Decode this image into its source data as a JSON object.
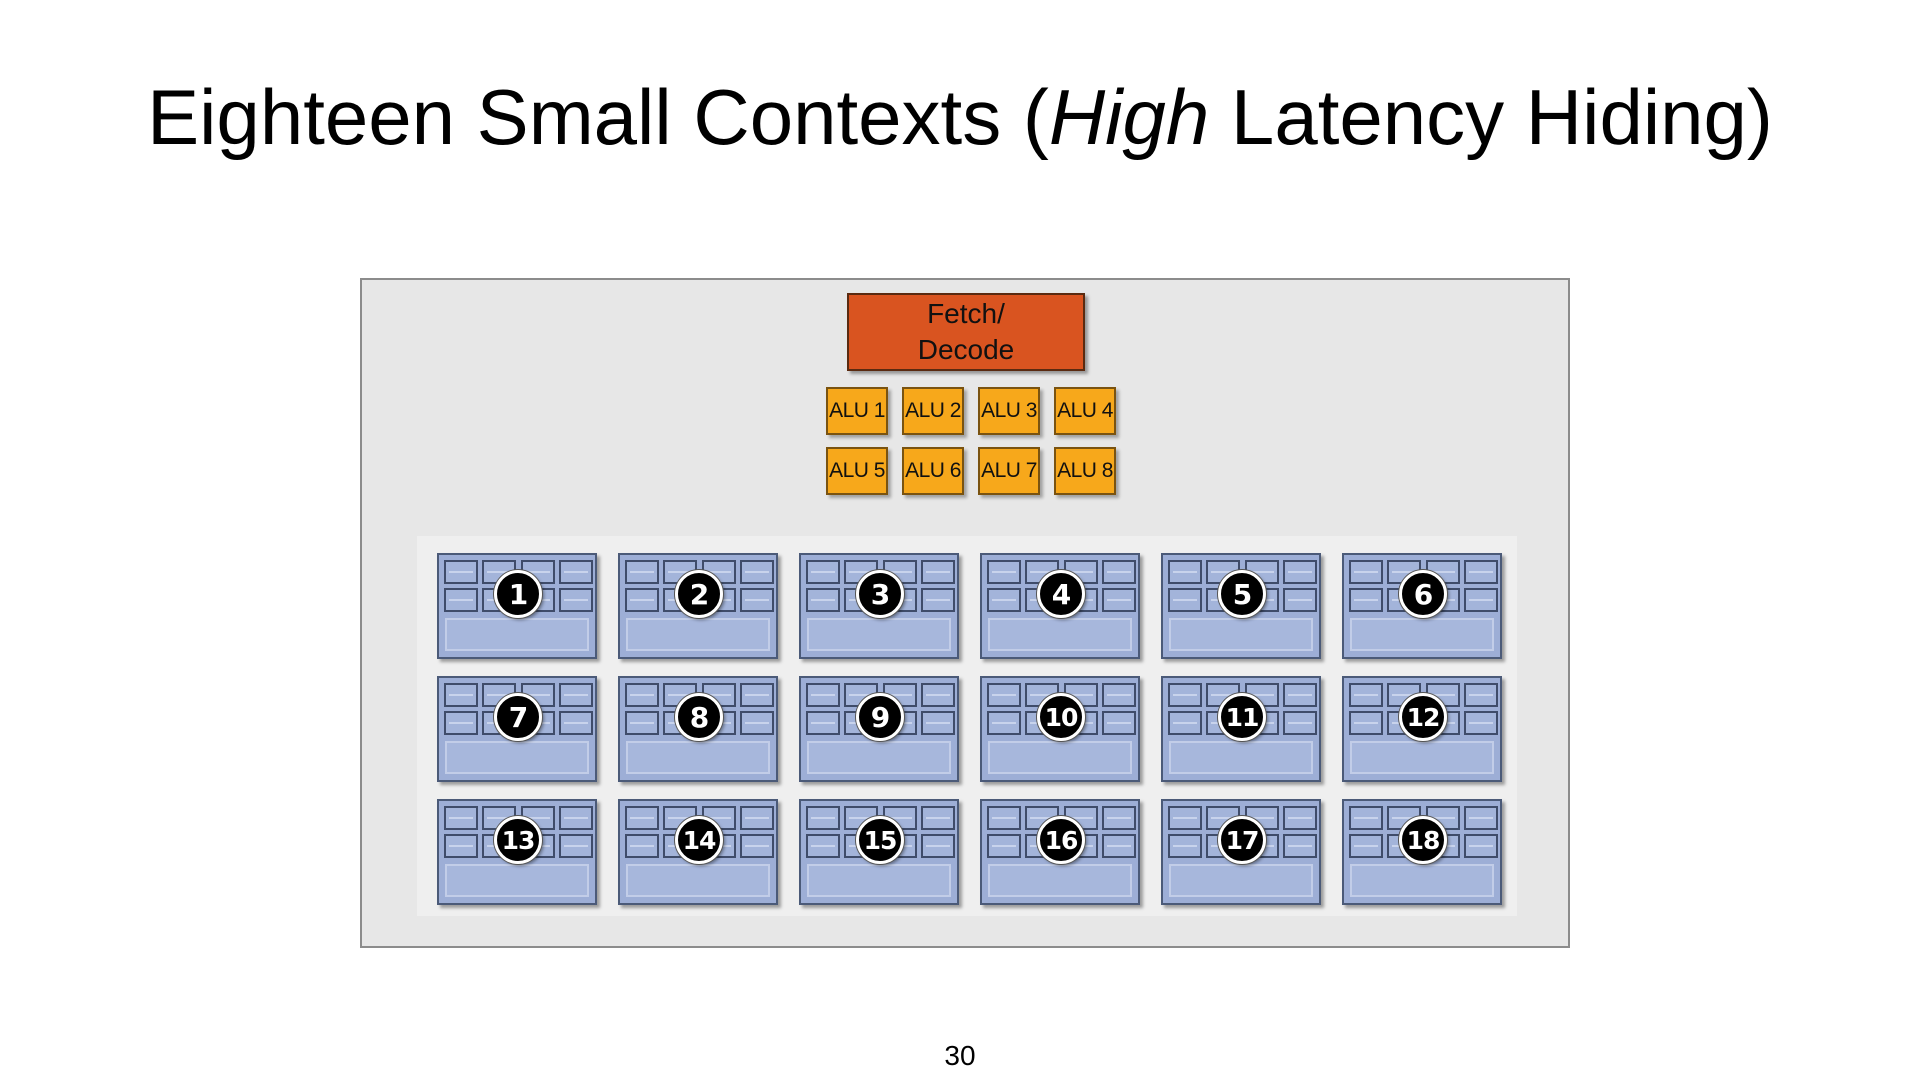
{
  "slide": {
    "title_before": "Eighteen Small Contexts (",
    "title_emph": "High",
    "title_after": " Latency Hiding)",
    "page_number": "30"
  },
  "fetch_decode": {
    "line1": "Fetch/",
    "line2": "Decode"
  },
  "alus": [
    "ALU 1",
    "ALU 2",
    "ALU 3",
    "ALU 4",
    "ALU 5",
    "ALU 6",
    "ALU 7",
    "ALU 8"
  ],
  "contexts": [
    "1",
    "2",
    "3",
    "4",
    "5",
    "6",
    "7",
    "8",
    "9",
    "10",
    "11",
    "12",
    "13",
    "14",
    "15",
    "16",
    "17",
    "18"
  ],
  "colors": {
    "fetch_decode": "#d95420",
    "alu": "#f7a81b",
    "context": "#9daed6",
    "core_background": "#e7e7e7"
  }
}
